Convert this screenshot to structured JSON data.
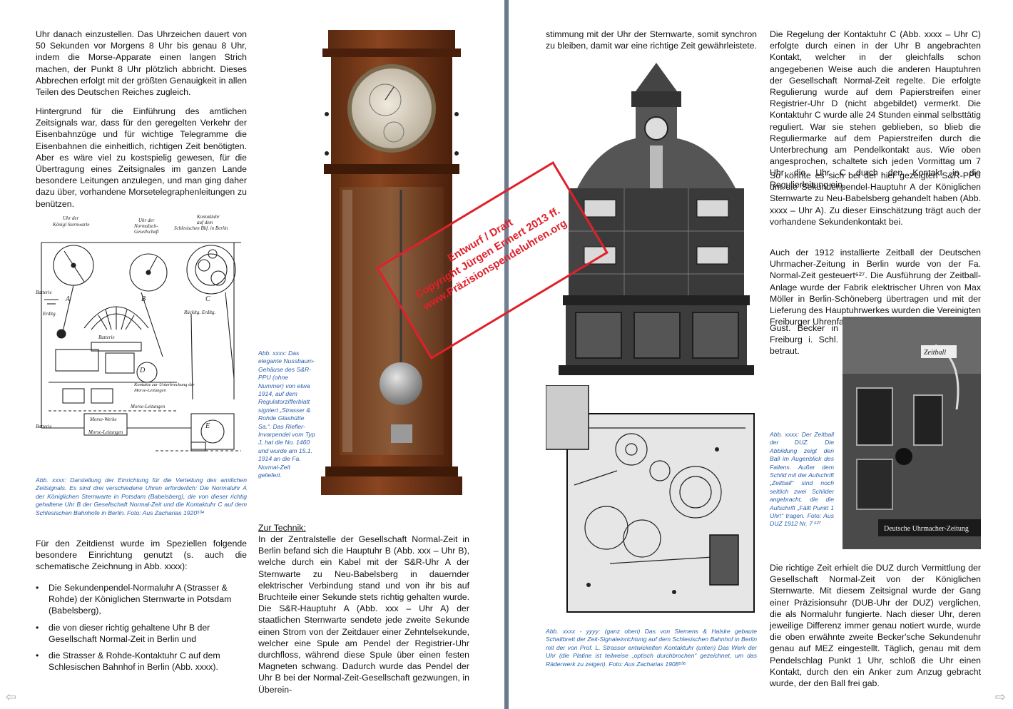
{
  "left": {
    "para1": "Uhr danach einzustellen. Das Uhrzeichen dauert von 50 Sekunden vor Morgens 8 Uhr bis genau 8 Uhr, indem die Morse-Apparate einen langen Strich machen, der Punkt 8 Uhr plötzlich abbricht. Dieses Abbrechen erfolgt mit der größten Genauigkeit in allen Teilen des Deutschen Reiches zugleich.",
    "para2": "Hintergrund für die Einführung des amtlichen Zeitsignals war, dass für den geregelten Verkehr der Eisenbahnzüge und für wichtige Telegramme die Eisenbahnen die einheitlich, richtigen Zeit benötigten. Aber es wäre viel zu kostspielig gewesen, für die Übertragung eines Zeitsignales im ganzen Lande besondere Leitungen anzulegen, und man ging daher dazu über, vorhandene Morsetelegraphenleitungen zu benützen.",
    "diagram_labels": {
      "l1": "Uhr der",
      "l2": "Königl Sternwarte",
      "l3": "Uhr der",
      "l4": "Normalzeit-",
      "l5": "Gesellschaft",
      "l6": "Kontaktuhr",
      "l7": "auf dem",
      "l8": "Schlesischen Bhf. in Berlin",
      "batterie": "Batterie",
      "erdltg": "Erdltg.",
      "morse1": "Morse-Leitungen",
      "morse2": "Morse-Leitungen",
      "morsewerke": "Morse-Werke",
      "kontakte": "Kontakte zur Unterbrechung der Morse-Leitungen",
      "rueckltg": "Rückltg. Erdltg.",
      "A": "A",
      "B": "B",
      "C": "C",
      "D": "D",
      "E": "E"
    },
    "caption_diagram": "Abb. xxxx: Darstellung der Einrichtung für die Verteilung des amtlichen Zeitsignals. Es sind drei verschiedene Uhren erforderlich: Die Normaluhr A der Königlichen Sternwarte in Potsdam (Babelsberg), die von dieser richtig gehaltene Uhr B der Gesellschaft Normal-Zeit und die Kontaktuhr C auf dem Schlesischen Bahnhofe in Berlin. Foto: Aus Zacharias 1920⁵³⁴",
    "caption_clock": "Abb. xxxx: Das elegante Nussbaum-Gehäuse des S&R-PPU (ohne Nummer) von etwa 1914, auf dem Regulatorzifferblatt signiert „Strasser & Rohde Glashütte Sa.“. Das Riefler-Invarpendel vom Typ J, hat die No. 1460 und wurde am 15.1. 1914 an die Fa. Normal-Zeit geliefert.",
    "para3": "Für den Zeitdienst wurde im Speziellen folgende besondere Einrichtung genutzt (s. auch die schematische Zeichnung in Abb. xxxx):",
    "bullets": [
      "Die Sekundenpendel-Normaluhr A (Strasser & Rohde) der Königlichen Sternwarte in Potsdam (Babelsberg),",
      "die von dieser richtig gehaltene Uhr B der Gesellschaft Normal-Zeit in Berlin und",
      "die Strasser & Rohde-Kontaktuhr C auf dem Schlesischen Bahnhof in Berlin (Abb. xxxx)."
    ],
    "technik_heading": "Zur Technik:",
    "technik_text": "In der Zentralstelle der Gesellschaft Normal-Zeit in Berlin befand sich die Hauptuhr B (Abb. xxx – Uhr B), welche durch ein Kabel mit der S&R-Uhr A der Sternwarte zu Neu-Babelsberg in dauernder elektrischer Verbindung stand und von ihr bis auf Bruchteile einer Sekunde stets richtig gehalten wurde. Die S&R-Hauptuhr A (Abb. xxx – Uhr A) der staatlichen Sternwarte sendete jede zweite Sekunde einen Strom von der Zeitdauer einer Zehntelsekunde, welcher eine Spule am Pendel der Registrier-Uhr durchfloss, während diese Spule über einen festen Magneten schwang. Dadurch wurde das Pendel der Uhr B bei der Normal-Zeit-Gesellschaft gezwungen, in Überein-"
  },
  "stamp": {
    "line1": "Entwurf / Draft",
    "line2": "Copyright Jürgen Ermert 2013 ff.",
    "line3": "www.Präzisionspendeluhren.org"
  },
  "right": {
    "para1": "stimmung mit der Uhr der Sternwarte, somit synchron zu bleiben, damit war eine richtige Zeit gewährleistete.",
    "para2": "Die Regelung der Kontaktuhr C (Abb. xxxx – Uhr C) erfolgte durch einen in der Uhr B angebrachten Kontakt, welcher in der gleichfalls schon angegebenen Weise auch die anderen Hauptuhren der Gesellschaft Normal-Zeit regelte. Die erfolgte Regulierung wurde auf dem Papierstreifen einer Registrier-Uhr D (nicht abgebildet) vermerkt. Die Kontaktuhr C wurde alle 24 Stunden einmal selbsttätig reguliert. War sie stehen geblieben, so blieb die Reguliermarke auf dem Papierstreifen durch die Unterbrechung am Pendelkontakt aus. Wie oben angesprochen, schaltete sich jeden Vormittag um 7 Uhr die Uhr C durch den Kontakt in die Regulierleitung ein.",
    "para3": "So könnte es sich bei der hier gezeigten S&R-PPU um die Sekundenpendel-Hauptuhr A der Königlichen Sternwarte zu Neu-Babelsberg gehandelt haben (Abb. xxxx – Uhr A). Zu dieser Einschätzung trägt auch der vorhandene Sekundenkontakt bei.",
    "para4a": "Auch der 1912 installierte Zeitball der Deutschen Uhrmacher-Zeitung in Berlin wurde von der Fa. Normal-Zeit gesteuert⁶²⁷. Die Ausführung der Zeitball-Anlage wurde der Fabrik elektrischer Uhren von Max Möller in Berlin-Schöneberg übertragen und mit der Lieferung des Hauptuhrwerkes wurden die Vereinigten Freiburger Uhrenfabriken inkl. vorm.",
    "para4b": "Gust. Becker in Freiburg i. Schl. betraut.",
    "caption_zeitball": "Abb. xxxx: Der Zeitball der DUZ. Die Abbildung zeigt den Ball im Augenblick des Fallens. Außer dem Schild mit der Aufschrift „Zeitball“ sind noch seitlich zwei Schilder angebracht, die die Aufschrift „Fällt Punkt 1 Uhr!“ tragen. Foto: Aus DUZ 1912 Nr. 7 ⁶²⁷",
    "sign_text": "Deutsche Uhrmacher-Zeitung",
    "sign_small": "Zeitball",
    "caption_schaltbrett": "Abb. xxxx - yyyy: (ganz oben) Das von Siemens & Halske gebaute Schaltbrett der Zeit-Signaleinrichtung auf dem Schlesischen Bahnhof in Berlin mit der von Prof. L. Strasser entwickelten Kontaktuhr (unten) Das Werk der Uhr (die Platine ist teilweise „optisch durchbrochen“ gezeichnet, um das Räderwerk zu zeigen). Foto: Aus Zacharias 1908⁵³⁶",
    "para5": "Die richtige Zeit erhielt die DUZ durch Vermittlung der Gesellschaft Normal-Zeit von der Königlichen Sternwarte. Mit diesem Zeitsignal wurde der Gang einer Präzisionsuhr (DUB-Uhr der DUZ) verglichen, die als Normaluhr fungierte. Nach dieser Uhr, deren jeweilige Differenz immer genau notiert wurde, wurde die oben erwähnte zweite Becker'sche Sekundenuhr genau auf MEZ eingestellt. Täglich, genau mit dem Pendelschlag Punkt 1 Uhr, schloß die Uhr einen Kontakt, durch den ein Anker zum Anzug gebracht wurde, der den Ball frei gab."
  },
  "nav": {
    "prev": "⇦",
    "next": "⇨"
  }
}
